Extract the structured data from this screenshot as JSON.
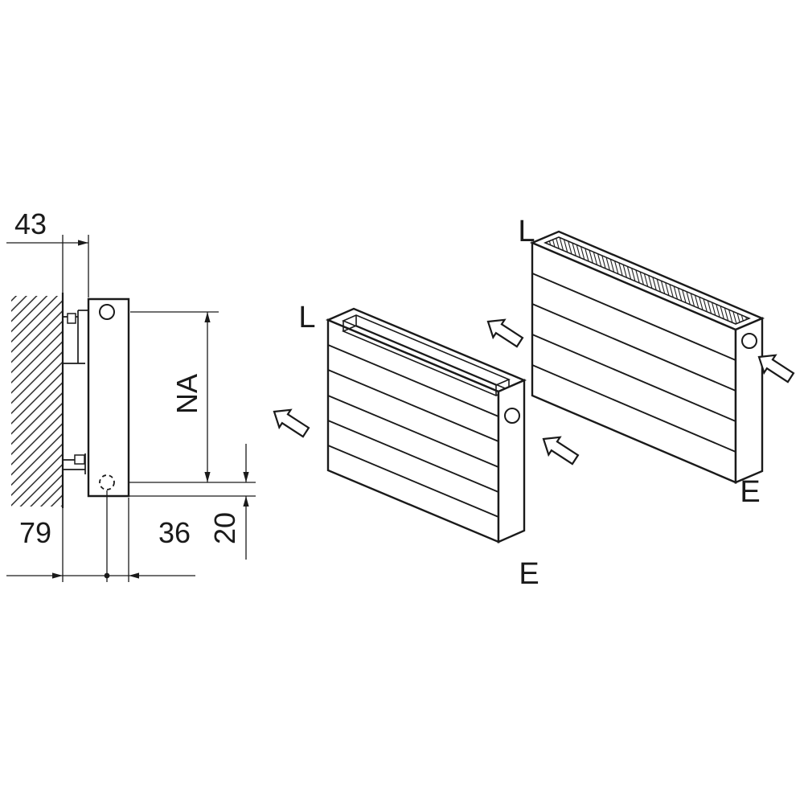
{
  "diagram": {
    "side_view": {
      "dim_wall_distance": "43",
      "dim_connection_spacing": "NA",
      "dim_wall_to_axis": "79",
      "dim_axis_to_front": "36",
      "dim_bottom_offset": "20"
    },
    "radiator_front_view": {
      "connection_left_label": "L",
      "connection_end_label": "E"
    },
    "radiator_back_view": {
      "connection_left_label": "L",
      "connection_end_label": "E"
    },
    "colors": {
      "line": "#1a1a1a",
      "background": "#ffffff"
    }
  }
}
